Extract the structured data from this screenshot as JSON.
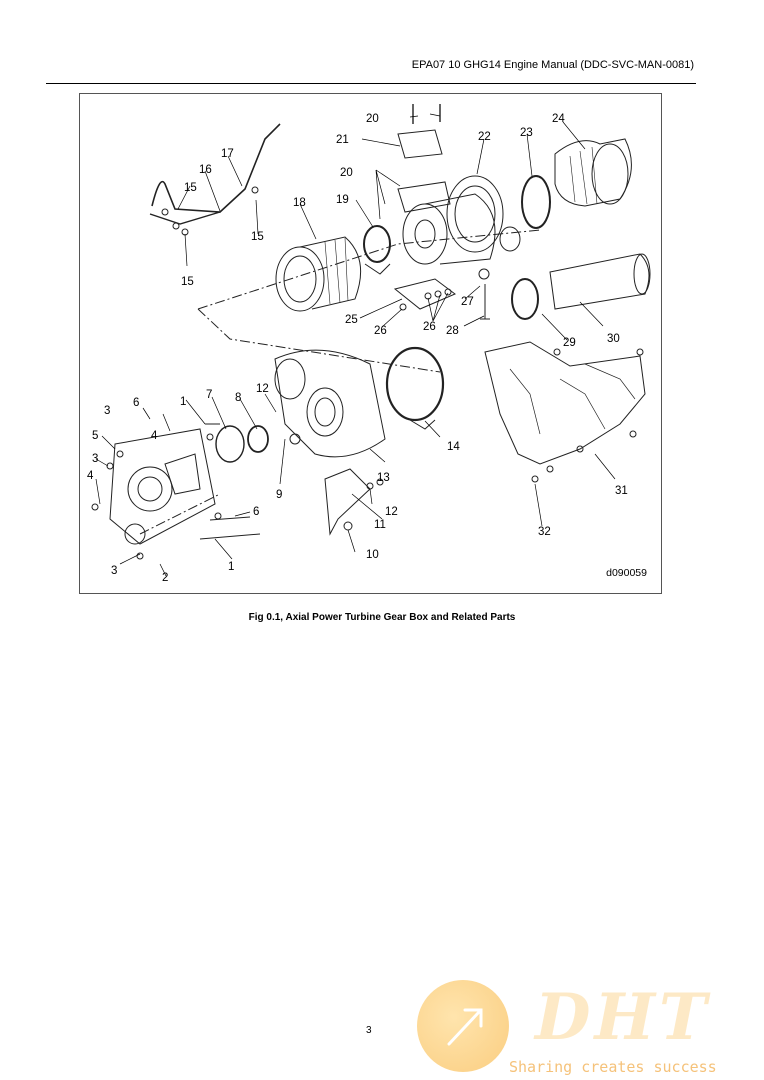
{
  "header": {
    "title": "EPA07 10 GHG14 Engine Manual (DDC-SVC-MAN-0081)"
  },
  "figure": {
    "id": "d090059",
    "caption": "Fig 0.1, Axial Power Turbine Gear Box and Related Parts",
    "callouts": {
      "c1a": "1",
      "c1b": "1",
      "c2": "2",
      "c3a": "3",
      "c3b": "3",
      "c3c": "3",
      "c4a": "4",
      "c4b": "4",
      "c5": "5",
      "c6a": "6",
      "c6b": "6",
      "c7": "7",
      "c8": "8",
      "c9": "9",
      "c10": "10",
      "c11": "11",
      "c12a": "12",
      "c12b": "12",
      "c13": "13",
      "c14": "14",
      "c15a": "15",
      "c15b": "15",
      "c15c": "15",
      "c16": "16",
      "c17": "17",
      "c18": "18",
      "c19": "19",
      "c20a": "20",
      "c20b": "20",
      "c21": "21",
      "c22": "22",
      "c23": "23",
      "c24": "24",
      "c25": "25",
      "c26a": "26",
      "c26b": "26",
      "c27": "27",
      "c28": "28",
      "c29": "29",
      "c30": "30",
      "c31": "31",
      "c32": "32"
    }
  },
  "footer": {
    "page_number": "3"
  },
  "watermark": {
    "logo": "DHT",
    "tagline": "Sharing creates success",
    "color": "#f8b84a"
  }
}
